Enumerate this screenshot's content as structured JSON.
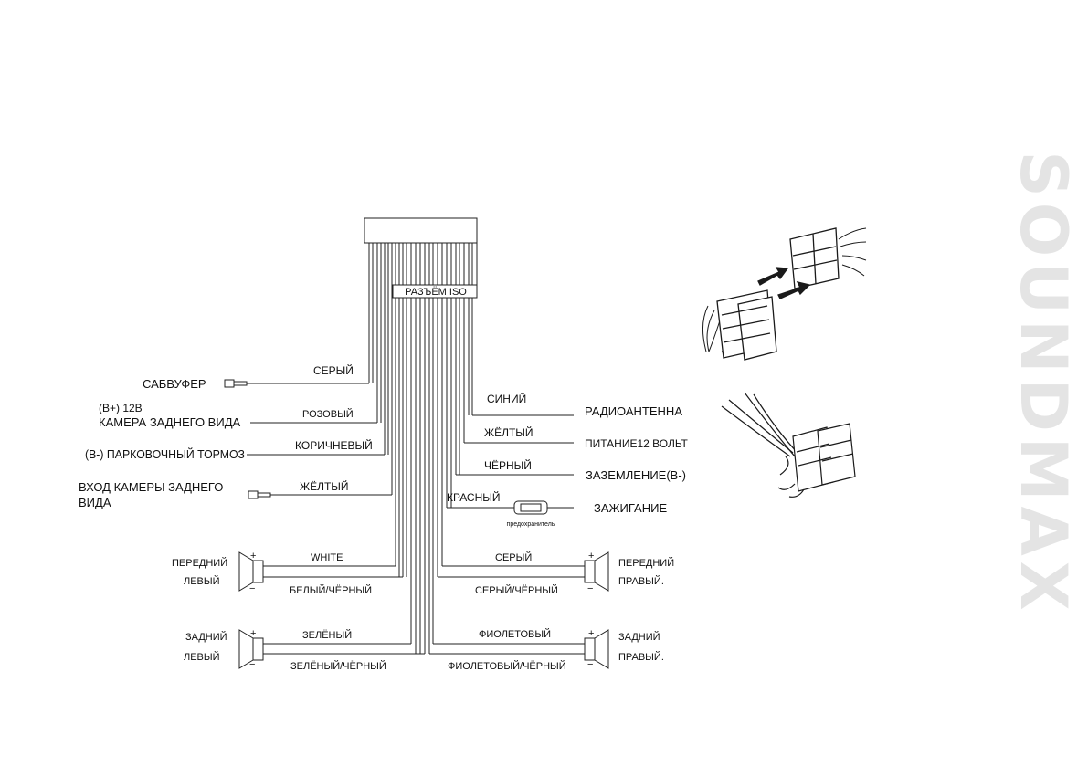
{
  "brand": "SOUNDMAX",
  "connector": {
    "label": "РАЗЪЁМ ISO",
    "fuse_label": "предохранитель"
  },
  "wires_left": {
    "subwoofer": {
      "target": "САБВУФЕР",
      "color": "СЕРЫЙ"
    },
    "rear_camera_power": {
      "target_line1": "(B+) 12B",
      "target_line2": "КАМЕРА ЗАДНЕГО ВИДА",
      "color": "РОЗОВЫЙ"
    },
    "parking_brake": {
      "target": "(B-) ПАРКОВОЧНЫЙ ТОРМОЗ",
      "color": "КОРИЧНЕВЫЙ"
    },
    "camera_input": {
      "target_line1": "ВХОД КАМЕРЫ ЗАДНЕГО",
      "target_line2": "ВИДА",
      "color": "ЖЁЛТЫЙ"
    }
  },
  "wires_right": {
    "antenna": {
      "color": "СИНИЙ",
      "target": "РАДИОАНТЕННА"
    },
    "power": {
      "color": "ЖЁЛТЫЙ",
      "target": "ПИТАНИЕ12 ВОЛЬТ"
    },
    "ground": {
      "color": "ЧЁРНЫЙ",
      "target": "ЗАЗЕМЛЕНИЕ(B-)"
    },
    "ignition": {
      "color": "КРАСНЫЙ",
      "target": "ЗАЖИГАНИЕ"
    }
  },
  "speakers": {
    "front_left": {
      "name_line1": "ПЕРЕДНИЙ",
      "name_line2": "ЛЕВЫЙ",
      "plus_wire": "WHITE",
      "minus_wire": "БЕЛЫЙ/ЧЁРНЫЙ"
    },
    "rear_left": {
      "name_line1": "ЗАДНИЙ",
      "name_line2": "ЛЕВЫЙ",
      "plus_wire": "ЗЕЛЁНЫЙ",
      "minus_wire": "ЗЕЛЁНЫЙ/ЧЁРНЫЙ"
    },
    "front_right": {
      "name_line1": "ПЕРЕДНИЙ",
      "name_line2": "ПРАВЫЙ.",
      "plus_wire": "СЕРЫЙ",
      "minus_wire": "СЕРЫЙ/ЧЁРНЫЙ"
    },
    "rear_right": {
      "name_line1": "ЗАДНИЙ",
      "name_line2": "ПРАВЫЙ.",
      "plus_wire": "ФИОЛЕТОВЫЙ",
      "minus_wire": "ФИОЛЕТОВЫЙ/ЧЁРНЫЙ"
    }
  },
  "polarity": {
    "plus": "+",
    "minus": "−"
  }
}
